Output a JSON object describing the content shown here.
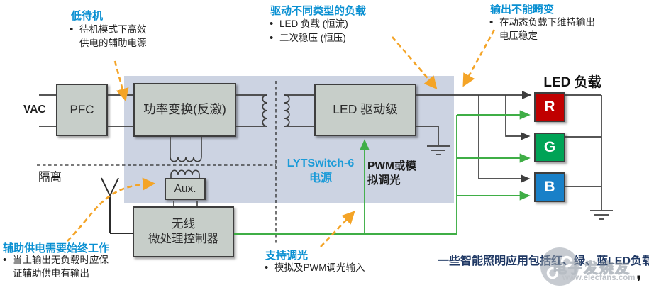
{
  "colors": {
    "accent_blue": "#0a90d2",
    "navy_text": "#1f3864",
    "lavender_region": "#ccd3e2",
    "block_fill": "#c7cec9",
    "block_border": "#3e3e3e",
    "wire": "#3e3e3e",
    "green_wire": "#3fae46",
    "orange_arrow": "#f4a427",
    "red_load": "#c00000",
    "green_load": "#00a356",
    "blue_load": "#1980c8"
  },
  "annotations": {
    "low_standby": {
      "title": "低待机",
      "bullet": "待机模式下高效供电的辅助电源"
    },
    "load_types": {
      "title": "驱动不同类型的负载",
      "bullets": [
        "LED 负载 (恒流)",
        "二次稳压 (恒压)"
      ]
    },
    "no_distortion": {
      "title": "输出不能畸变",
      "bullet": "在动态负载下维持输出电压稳定"
    },
    "aux_always_on": {
      "title": "辅助供电需要始终工作",
      "bullet": "当主输出无负载时应保证辅助供电有输出"
    },
    "dimming": {
      "title": "支持调光",
      "bullet": "模拟及PWM调光输入"
    },
    "footer_note": "一些智能照明应用包括红、绿、蓝LED负载"
  },
  "diagram": {
    "vac_label": "VAC",
    "pfc_label": "PFC",
    "power_stage_label": "功率变换(反激)",
    "led_driver_label": "LED 驱动级",
    "aux_label": "Aux.",
    "mcu_label_line1": "无线",
    "mcu_label_line2": "微处理控制器",
    "isolation_label": "隔离",
    "lytswitch_line1": "LYTSwitch-6",
    "lytswitch_line2": "电源",
    "pwm_label": "PWM或模拟调光",
    "led_load_title": "LED 负载",
    "loads": [
      {
        "label": "R",
        "color": "#c00000"
      },
      {
        "label": "G",
        "color": "#00a356"
      },
      {
        "label": "B",
        "color": "#1980c8"
      }
    ]
  },
  "watermark": {
    "brand": "电子发烧友",
    "url": "www.elecfans.com"
  },
  "corner_mark": "❜"
}
